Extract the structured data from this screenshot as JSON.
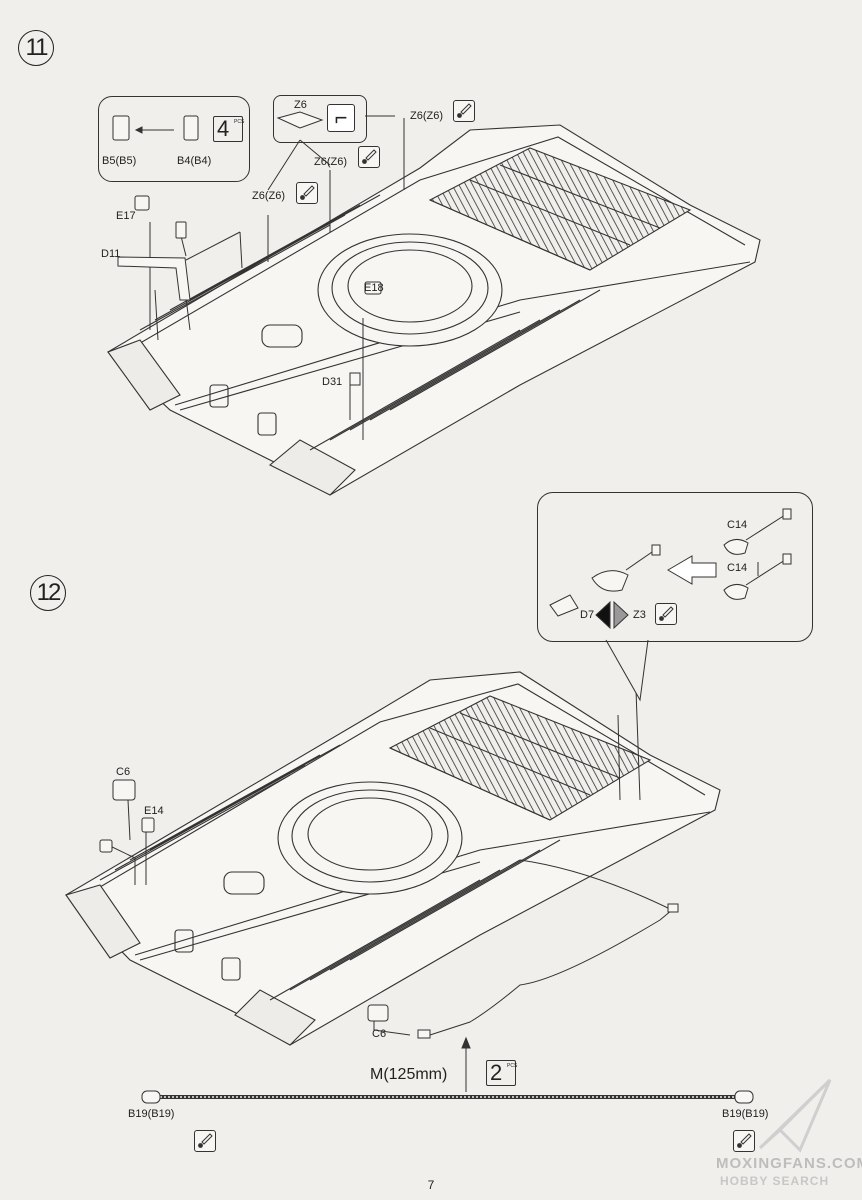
{
  "page_number": "7",
  "steps": [
    {
      "number": "11",
      "parts": {
        "b5": "B5(B5)",
        "b4": "B4(B4)",
        "qty": "4",
        "qty_unit": "PCS",
        "z6": "Z6",
        "z6_top": "Z6(Z6)",
        "z6_mid": "Z6(Z6)",
        "z6_left": "Z6(Z6)",
        "e17": "E17",
        "d11": "D11",
        "e18": "E18",
        "d31": "D31"
      }
    },
    {
      "number": "12",
      "parts": {
        "c14_a": "C14",
        "c14_b": "C14",
        "d7": "D7",
        "z3": "Z3",
        "c6_top": "C6",
        "e14": "E14",
        "c6_bottom": "C6",
        "cable": "M(125mm)",
        "qty": "2",
        "qty_unit": "PCS",
        "b19_left": "B19(B19)",
        "b19_right": "B19(B19)"
      }
    }
  ],
  "watermark": {
    "line1": "MOXINGFANS.COM",
    "line2": "HOBBY SEARCH"
  }
}
